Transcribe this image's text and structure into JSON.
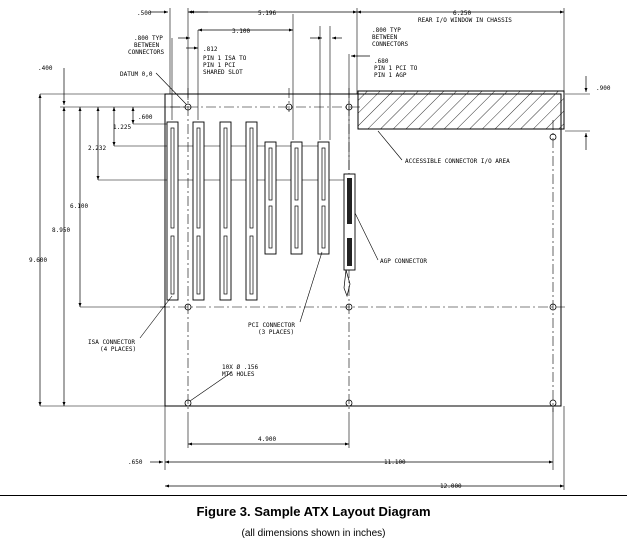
{
  "dimensions": {
    "d500": ".500",
    "d5196": "5.196",
    "d6250": "6.250",
    "rear_window": "REAR I/O WINDOW IN CHASSIS",
    "d3100": "3.100",
    "d800a": ".800 TYP",
    "between_a": "BETWEEN",
    "connectors_a": "CONNECTORS",
    "d800b": ".800 TYP",
    "between_b": "BETWEEN",
    "connectors_b": "CONNECTORS",
    "d812": ".812",
    "pin1_isa": "PIN 1 ISA TO",
    "pin1_pci_a": "PIN 1 PCI",
    "shared_slot": "SHARED SLOT",
    "d680": ".680",
    "pin1_pci_to": "PIN 1 PCI TO",
    "pin1_agp": "PIN 1 AGP",
    "d400": ".400",
    "datum": "DATUM 0,0",
    "d900": ".900",
    "d600": ".600",
    "d1225": "1.225",
    "d2232": "2.232",
    "d6100": "6.100",
    "d8950": "8.950",
    "d9600": "9.600",
    "d4900": "4.900",
    "d650": ".650",
    "d11100": "11.100",
    "d12000": "12.000"
  },
  "labels": {
    "io_area": "ACCESSIBLE CONNECTOR I/O AREA",
    "agp": "AGP CONNECTOR",
    "pci_1": "PCI CONNECTOR",
    "pci_2": "(3 PLACES)",
    "isa_1": "ISA CONNECTOR",
    "isa_2": "(4 PLACES)",
    "mtg_1": "10X Ø .156",
    "mtg_2": "MTG HOLES"
  },
  "caption": {
    "title": "Figure 3.  Sample ATX Layout Diagram",
    "subtitle": "(all dimensions shown in inches)"
  }
}
